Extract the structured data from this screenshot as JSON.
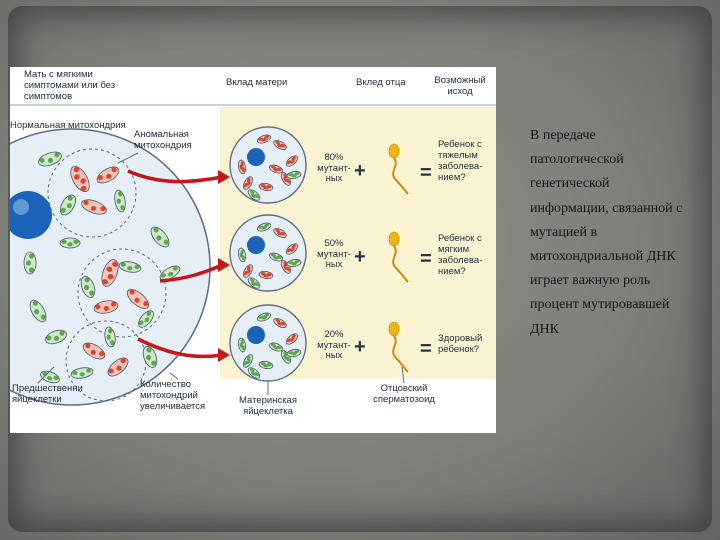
{
  "figure": {
    "headers": {
      "mother": "Мать с мягкими\nсимптомами или без\nсимптомов",
      "mother_contribution": "Вклад матери",
      "father_contribution": "Вклед отца",
      "outcome": "Возможный\nисход"
    },
    "labels": {
      "normal_mito": "Нормальная митохондрия",
      "abnormal_mito": "Аномальная\nмитохондрия",
      "precursors": "Предшественни\nяйцеклетки",
      "mito_count": "Количество\nмитохондрий\nувеличивается",
      "maternal_egg": "Материнская\nяйцеклетка",
      "paternal_sperm": "Отцовский\nсперматозоид"
    },
    "rows": [
      {
        "percent": "80%\nмутант-\nных",
        "plus": "+",
        "equals": "=",
        "outcome": "Ребенок с\nтяжелым\nзаболева-\nнием?",
        "mutant_fraction": 0.8
      },
      {
        "percent": "50%\nмутант-\nных",
        "plus": "+",
        "equals": "=",
        "outcome": "Ребенок с\nмягким\nзаболева-\nнием?",
        "mutant_fraction": 0.5
      },
      {
        "percent": "20%\nмутант-\nных",
        "plus": "+",
        "equals": "=",
        "outcome": "Здоровый\nребенок?",
        "mutant_fraction": 0.2
      }
    ],
    "colors": {
      "normal": "#5aa651",
      "abnormal": "#d9452f",
      "nucleus": "#1a63b8",
      "cell_fill": "#e6eef6",
      "arrow": "#c0181c",
      "sperm": "#f1b511",
      "band": "#fbf4d2"
    }
  },
  "side_text": "В передаче патологической генетической информации, связанной с мутацией в митохондриальной ДНК играет важную роль процент мутировавшей ДНК"
}
